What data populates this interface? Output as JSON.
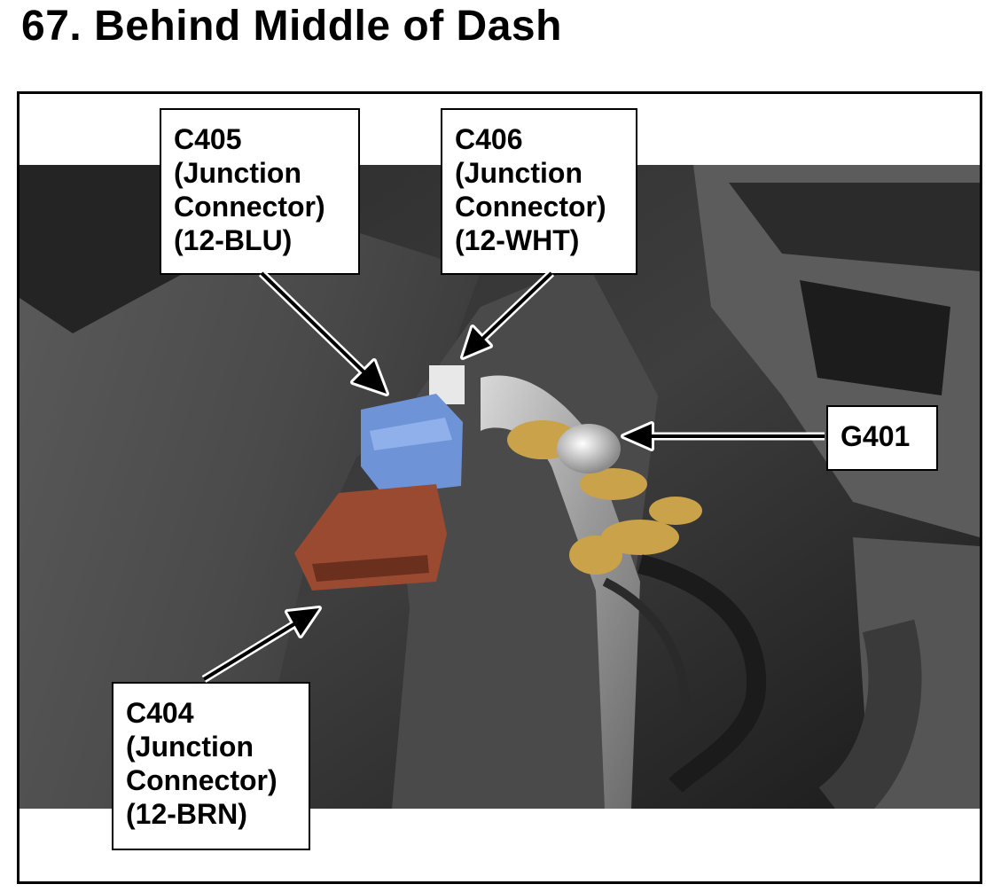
{
  "title": "67.  Behind Middle of Dash",
  "callouts": {
    "c405": {
      "line1": "C405",
      "line2": "(Junction",
      "line3": "Connector)",
      "line4": "(12-BLU)"
    },
    "c406": {
      "line1": "C406",
      "line2": "(Junction",
      "line3": "Connector)",
      "line4": "(12-WHT)"
    },
    "g401": {
      "line1": "G401"
    },
    "c404": {
      "line1": "C404",
      "line2": "(Junction",
      "line3": "Connector)",
      "line4": "(12-BRN)"
    }
  },
  "colors": {
    "connector_blue": "#6e93d6",
    "connector_brown": "#9a4a30",
    "connector_white": "#e8e8e8",
    "terminal_gold": "#c9a24a"
  }
}
